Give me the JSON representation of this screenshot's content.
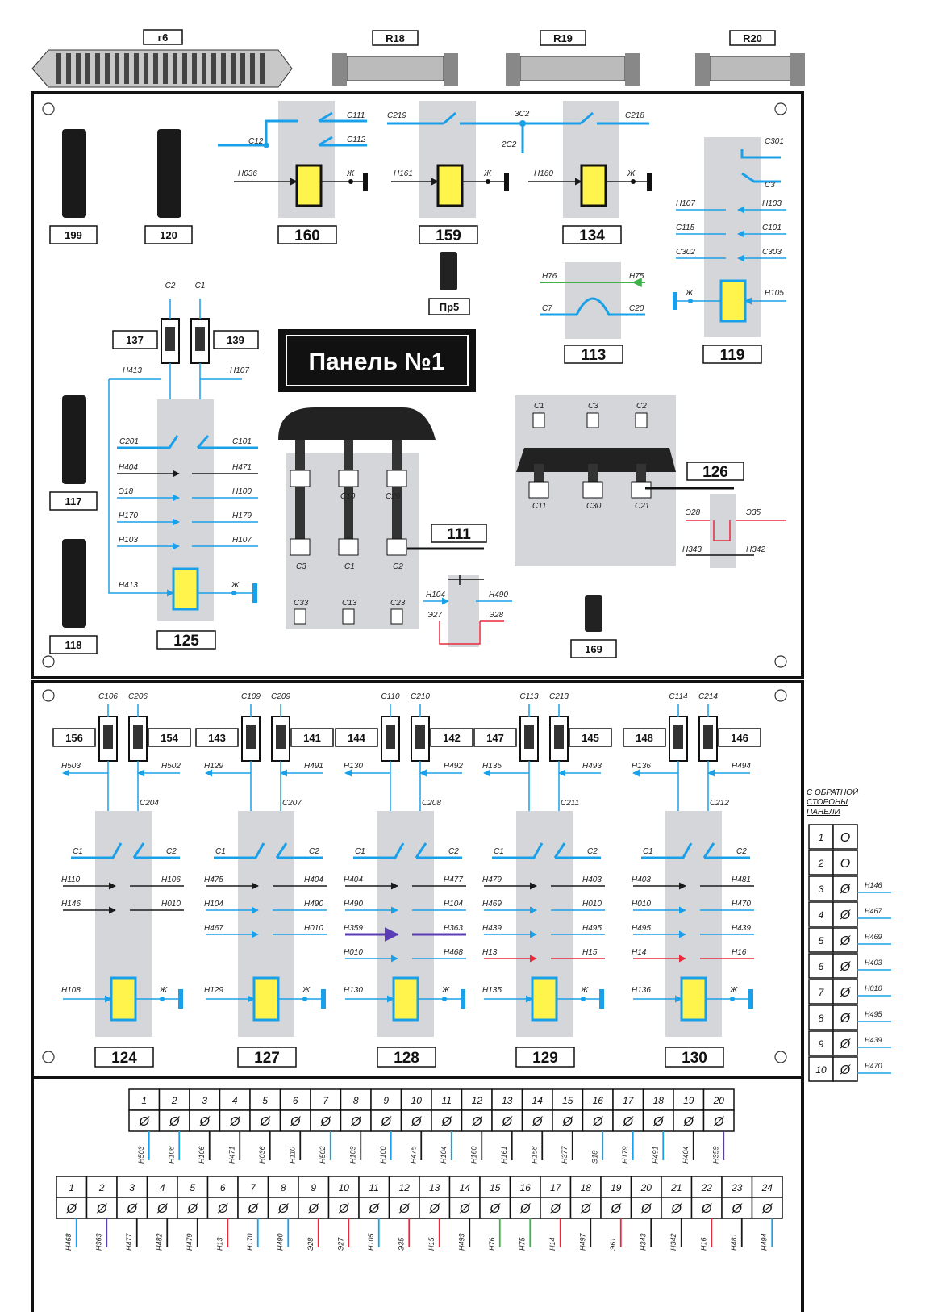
{
  "top": {
    "g6": "г6",
    "resistors": [
      "R18",
      "R19",
      "R20"
    ]
  },
  "panel_title": "Панель №1",
  "fuses_left": [
    "199",
    "120",
    "117",
    "118"
  ],
  "pr5": "Пр5",
  "relay160": {
    "tag": "160",
    "left": "С12",
    "tr": "С111",
    "mr": "С112",
    "coil_in": "Н036",
    "coil_out": "Ж"
  },
  "relay159": {
    "tag": "159",
    "left": "С219",
    "coil_in": "Н161",
    "coil_out": "Ж"
  },
  "relay134": {
    "tag": "134",
    "right": "С218",
    "coil_in": "Н160",
    "coil_out": "Ж"
  },
  "mid_3c2": "3С2",
  "mid_2c2": "2С2",
  "relay119": {
    "tag": "119",
    "top_right": "С301",
    "c3": "С3",
    "rows": [
      [
        "Н107",
        "Н103"
      ],
      [
        "С115",
        "С101"
      ],
      [
        "С302",
        "С303"
      ]
    ],
    "coil_in": "Н105",
    "coil_out": "Ж"
  },
  "relay113": {
    "tag": "113",
    "h76": "Н76",
    "h75": "Н75",
    "c7": "С7",
    "c20": "С20"
  },
  "relay125": {
    "tag": "125",
    "b1": "137",
    "b2": "139",
    "c2": "С2",
    "c1": "С1",
    "w_left": "Н413",
    "w_right": "Н107",
    "c201": "С201",
    "c101": "С101",
    "rows": [
      [
        "Н404",
        "Н471"
      ],
      [
        "Э18",
        "Н100"
      ],
      [
        "Н170",
        "Н179"
      ],
      [
        "Н103",
        "Н107"
      ]
    ],
    "coil_in": "Н413",
    "coil_out": "Ж"
  },
  "switch111": {
    "tag": "111",
    "row_top": [
      "С10",
      "С20"
    ],
    "row_bot": [
      "С3",
      "С1",
      "С2"
    ],
    "row_low": [
      "С33",
      "С13",
      "С23"
    ],
    "contacts": [
      [
        "Н104",
        "Н490"
      ],
      [
        "Э27",
        "Э28"
      ]
    ]
  },
  "switch126": {
    "tag": "126",
    "row_top": [
      "С1",
      "С3",
      "С2"
    ],
    "row_bot": [
      "С11",
      "С30",
      "С21"
    ],
    "contacts": [
      [
        "Э28",
        "Э35"
      ],
      [
        "Н343",
        "Н342"
      ]
    ]
  },
  "fuse169": "169",
  "lower_relays": [
    {
      "tag": "124",
      "b1": "156",
      "b2": "154",
      "top": [
        "С106",
        "С206"
      ],
      "w": [
        "Н503",
        "Н502"
      ],
      "cx": "С204",
      "c1": "С1",
      "c2": "С2",
      "rows": [
        [
          "Н110",
          "Н106"
        ],
        [
          "Н146",
          "Н010"
        ]
      ],
      "coil_in": "Н108",
      "coil_out": "Ж"
    },
    {
      "tag": "127",
      "b1": "143",
      "b2": "141",
      "top": [
        "С109",
        "С209"
      ],
      "w": [
        "Н129",
        "Н491"
      ],
      "cx": "С207",
      "c1": "С1",
      "c2": "С2",
      "rows": [
        [
          "Н475",
          "Н404"
        ],
        [
          "Н104",
          "Н490"
        ],
        [
          "Н467",
          "Н010"
        ]
      ],
      "coil_in": "Н129",
      "coil_out": "Ж"
    },
    {
      "tag": "128",
      "b1": "144",
      "b2": "142",
      "top": [
        "С110",
        "С210"
      ],
      "w": [
        "Н130",
        "Н492"
      ],
      "cx": "С208",
      "c1": "С1",
      "c2": "С2",
      "rows": [
        [
          "Н404",
          "Н477"
        ],
        [
          "Н490",
          "Н104"
        ],
        [
          "Н359",
          "Н363"
        ],
        [
          "Н010",
          "Н468"
        ]
      ],
      "coil_in": "Н130",
      "coil_out": "Ж"
    },
    {
      "tag": "129",
      "b1": "147",
      "b2": "145",
      "top": [
        "С113",
        "С213"
      ],
      "w": [
        "Н135",
        "Н493"
      ],
      "cx": "С211",
      "c1": "С1",
      "c2": "С2",
      "rows": [
        [
          "Н479",
          "Н403"
        ],
        [
          "Н469",
          "Н010"
        ],
        [
          "Н439",
          "Н495"
        ],
        [
          "Н13",
          "Н15"
        ]
      ],
      "coil_in": "Н135",
      "coil_out": "Ж"
    },
    {
      "tag": "130",
      "b1": "148",
      "b2": "146",
      "top": [
        "С114",
        "С214"
      ],
      "w": [
        "Н136",
        "Н494"
      ],
      "cx": "С212",
      "c1": "С1",
      "c2": "С2",
      "rows": [
        [
          "Н403",
          "Н481"
        ],
        [
          "Н010",
          "Н470"
        ],
        [
          "Н495",
          "Н439"
        ],
        [
          "Н14",
          "Н16"
        ]
      ],
      "coil_in": "Н136",
      "coil_out": "Ж"
    }
  ],
  "rear_block": {
    "heading": [
      "С ОБРАТНОЙ",
      "СТОРОНЫ",
      "ПАНЕЛИ"
    ],
    "rows": [
      {
        "n": "1",
        "w": ""
      },
      {
        "n": "2",
        "w": ""
      },
      {
        "n": "3",
        "w": "Н146"
      },
      {
        "n": "4",
        "w": "Н467"
      },
      {
        "n": "5",
        "w": "Н469"
      },
      {
        "n": "6",
        "w": "Н403"
      },
      {
        "n": "7",
        "w": "Н010"
      },
      {
        "n": "8",
        "w": "Н495"
      },
      {
        "n": "9",
        "w": "Н439"
      },
      {
        "n": "10",
        "w": "Н470"
      }
    ]
  },
  "terminal_block_1": {
    "numbers": [
      "1",
      "2",
      "3",
      "4",
      "5",
      "6",
      "7",
      "8",
      "9",
      "10",
      "11",
      "12",
      "13",
      "14",
      "15",
      "16",
      "17",
      "18",
      "19",
      "20"
    ],
    "wires": [
      "Н503",
      "Н108",
      "Н106",
      "Н471",
      "Н036",
      "Н110",
      "Н502",
      "Н103",
      "Н100",
      "Н475",
      "Н104",
      "Н160",
      "Н161",
      "Н158",
      "Н377",
      "Э18",
      "Н179",
      "Н491",
      "Н404",
      "Н359"
    ]
  },
  "terminal_block_2": {
    "numbers": [
      "1",
      "2",
      "3",
      "4",
      "5",
      "6",
      "7",
      "8",
      "9",
      "10",
      "11",
      "12",
      "13",
      "14",
      "15",
      "16",
      "17",
      "18",
      "19",
      "20",
      "21",
      "22",
      "23",
      "24"
    ],
    "wires": [
      "Н468",
      "Н363",
      "Н477",
      "Н482",
      "Н479",
      "Н13",
      "Н170",
      "Н490",
      "Э28",
      "Э27",
      "Н105",
      "Э35",
      "Н15",
      "Н493",
      "Н76",
      "Н75",
      "Н14",
      "Н497",
      "Э61",
      "Н343",
      "Н342",
      "Н16",
      "Н481",
      "Н494"
    ]
  },
  "colors": {
    "blue": "#1aa0e8",
    "black": "#1a1a1a",
    "red": "#e8283c",
    "green": "#3cb44a",
    "purple": "#5a3cb4",
    "coil": "#fff44c",
    "relay_bg": "#d4d6da"
  }
}
